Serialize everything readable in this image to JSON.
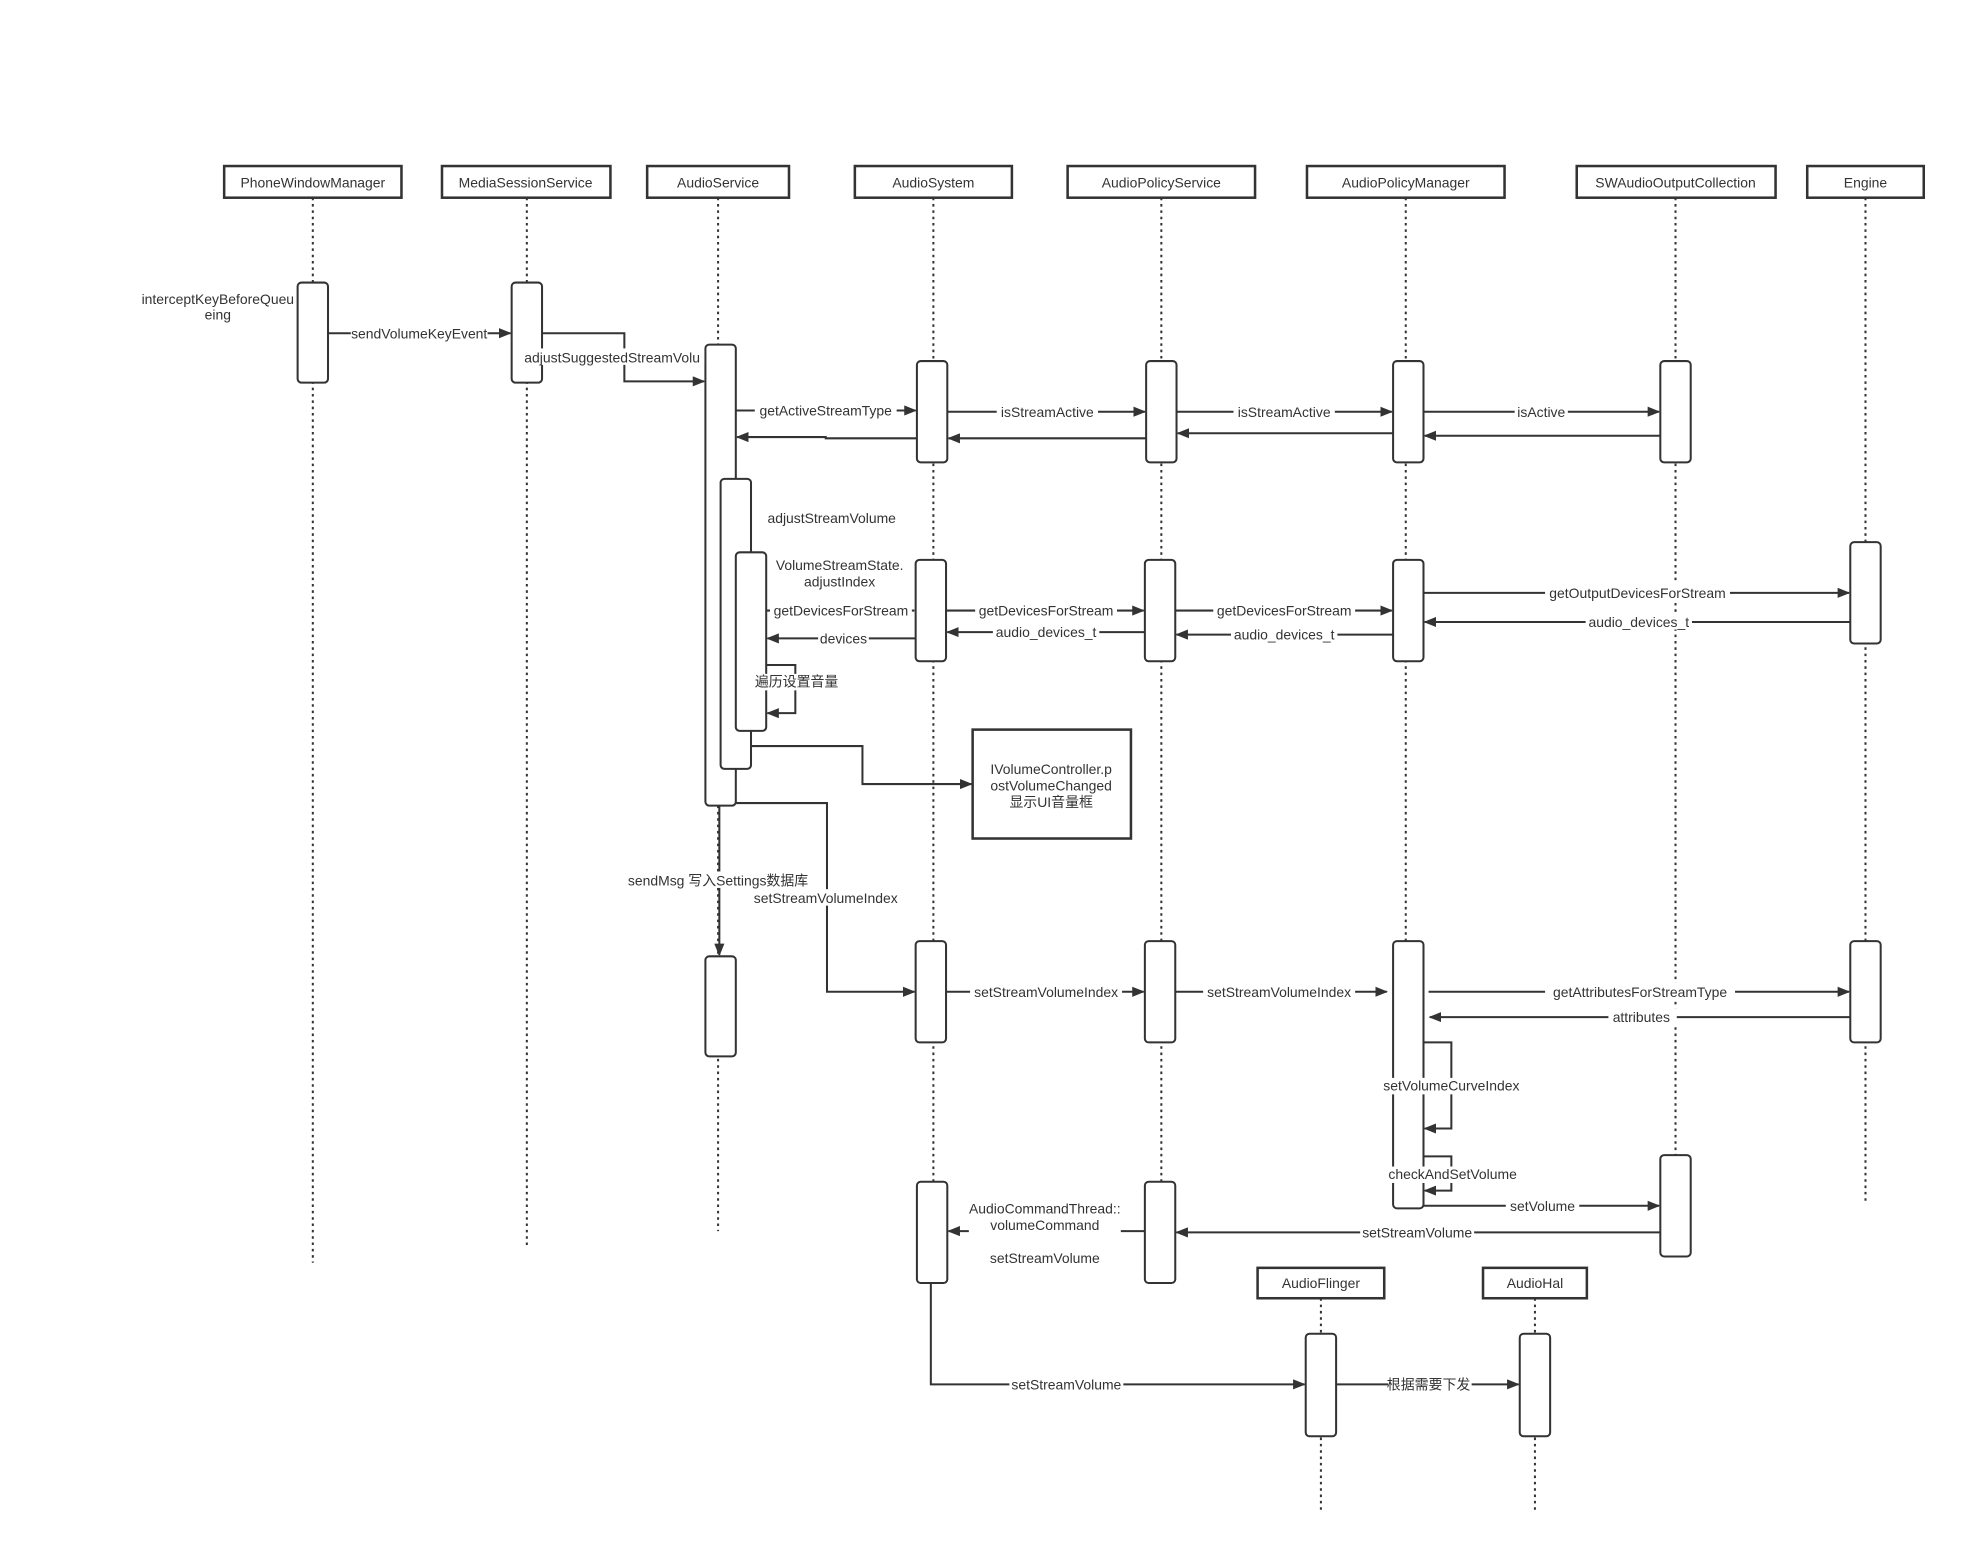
{
  "diagram": {
    "type": "sequence",
    "participants": [
      {
        "id": "pwm",
        "label": "PhoneWindowManager"
      },
      {
        "id": "mss",
        "label": "MediaSessionService"
      },
      {
        "id": "as",
        "label": "AudioService"
      },
      {
        "id": "asys",
        "label": "AudioSystem"
      },
      {
        "id": "aps",
        "label": "AudioPolicyService"
      },
      {
        "id": "apm",
        "label": "AudioPolicyManager"
      },
      {
        "id": "swc",
        "label": "SWAudioOutputCollection"
      },
      {
        "id": "eng",
        "label": "Engine"
      },
      {
        "id": "af",
        "label": "AudioFlinger"
      },
      {
        "id": "hal",
        "label": "AudioHal"
      }
    ],
    "labels": {
      "interceptKey_1": "interceptKeyBeforeQueu",
      "interceptKey_2": "eing",
      "sendVolumeKeyEvent": "sendVolumeKeyEvent",
      "adjustSuggestedStreamVolume": "adjustSuggestedStreamVolu",
      "getActiveStreamType": "getActiveStreamType",
      "isStreamActive_1": "isStreamActive",
      "isStreamActive_2": "isStreamActive",
      "isActive": "isActive",
      "adjustStreamVolume": "adjustStreamVolume",
      "adjustIndex_1": "VolumeStreamState.",
      "adjustIndex_2": "adjustIndex",
      "getDevicesForStream_1": "getDevicesForStream",
      "getDevicesForStream_2": "getDevicesForStream",
      "getDevicesForStream_3": "getDevicesForStream",
      "devices": "devices",
      "audio_devices_t_1": "audio_devices_t",
      "audio_devices_t_2": "audio_devices_t",
      "audio_devices_t_3": "audio_devices_t",
      "getOutputDevicesForStream": "getOutputDevicesForStream",
      "traverseSetVolume": "遍历设置音量",
      "ivc_1": "IVolumeController.p",
      "ivc_2": "ostVolumeChanged",
      "ivc_3": "显示UI音量框",
      "sendMsg": "sendMsg 写入Settings数据库",
      "setStreamVolumeIndex_1": "setStreamVolumeIndex",
      "setStreamVolumeIndex_2": "setStreamVolumeIndex",
      "setStreamVolumeIndex_3": "setStreamVolumeIndex",
      "getAttributesForStreamType": "getAttributesForStreamType",
      "attributes": "attributes",
      "setVolumeCurveIndex": "setVolumeCurveIndex",
      "checkAndSetVolume": "checkAndSetVolume",
      "setVolume": "setVolume",
      "setStreamVolume_1": "setStreamVolume",
      "audioCommandThread_1": "AudioCommandThread::",
      "audioCommandThread_2": "volumeCommand",
      "setStreamVolume_2": "setStreamVolume",
      "setStreamVolume_3": "setStreamVolume",
      "dispatchAsNeeded": "根据需要下发"
    },
    "colors": {
      "stroke": "#333333",
      "background": "#ffffff",
      "text": "#333333"
    }
  }
}
